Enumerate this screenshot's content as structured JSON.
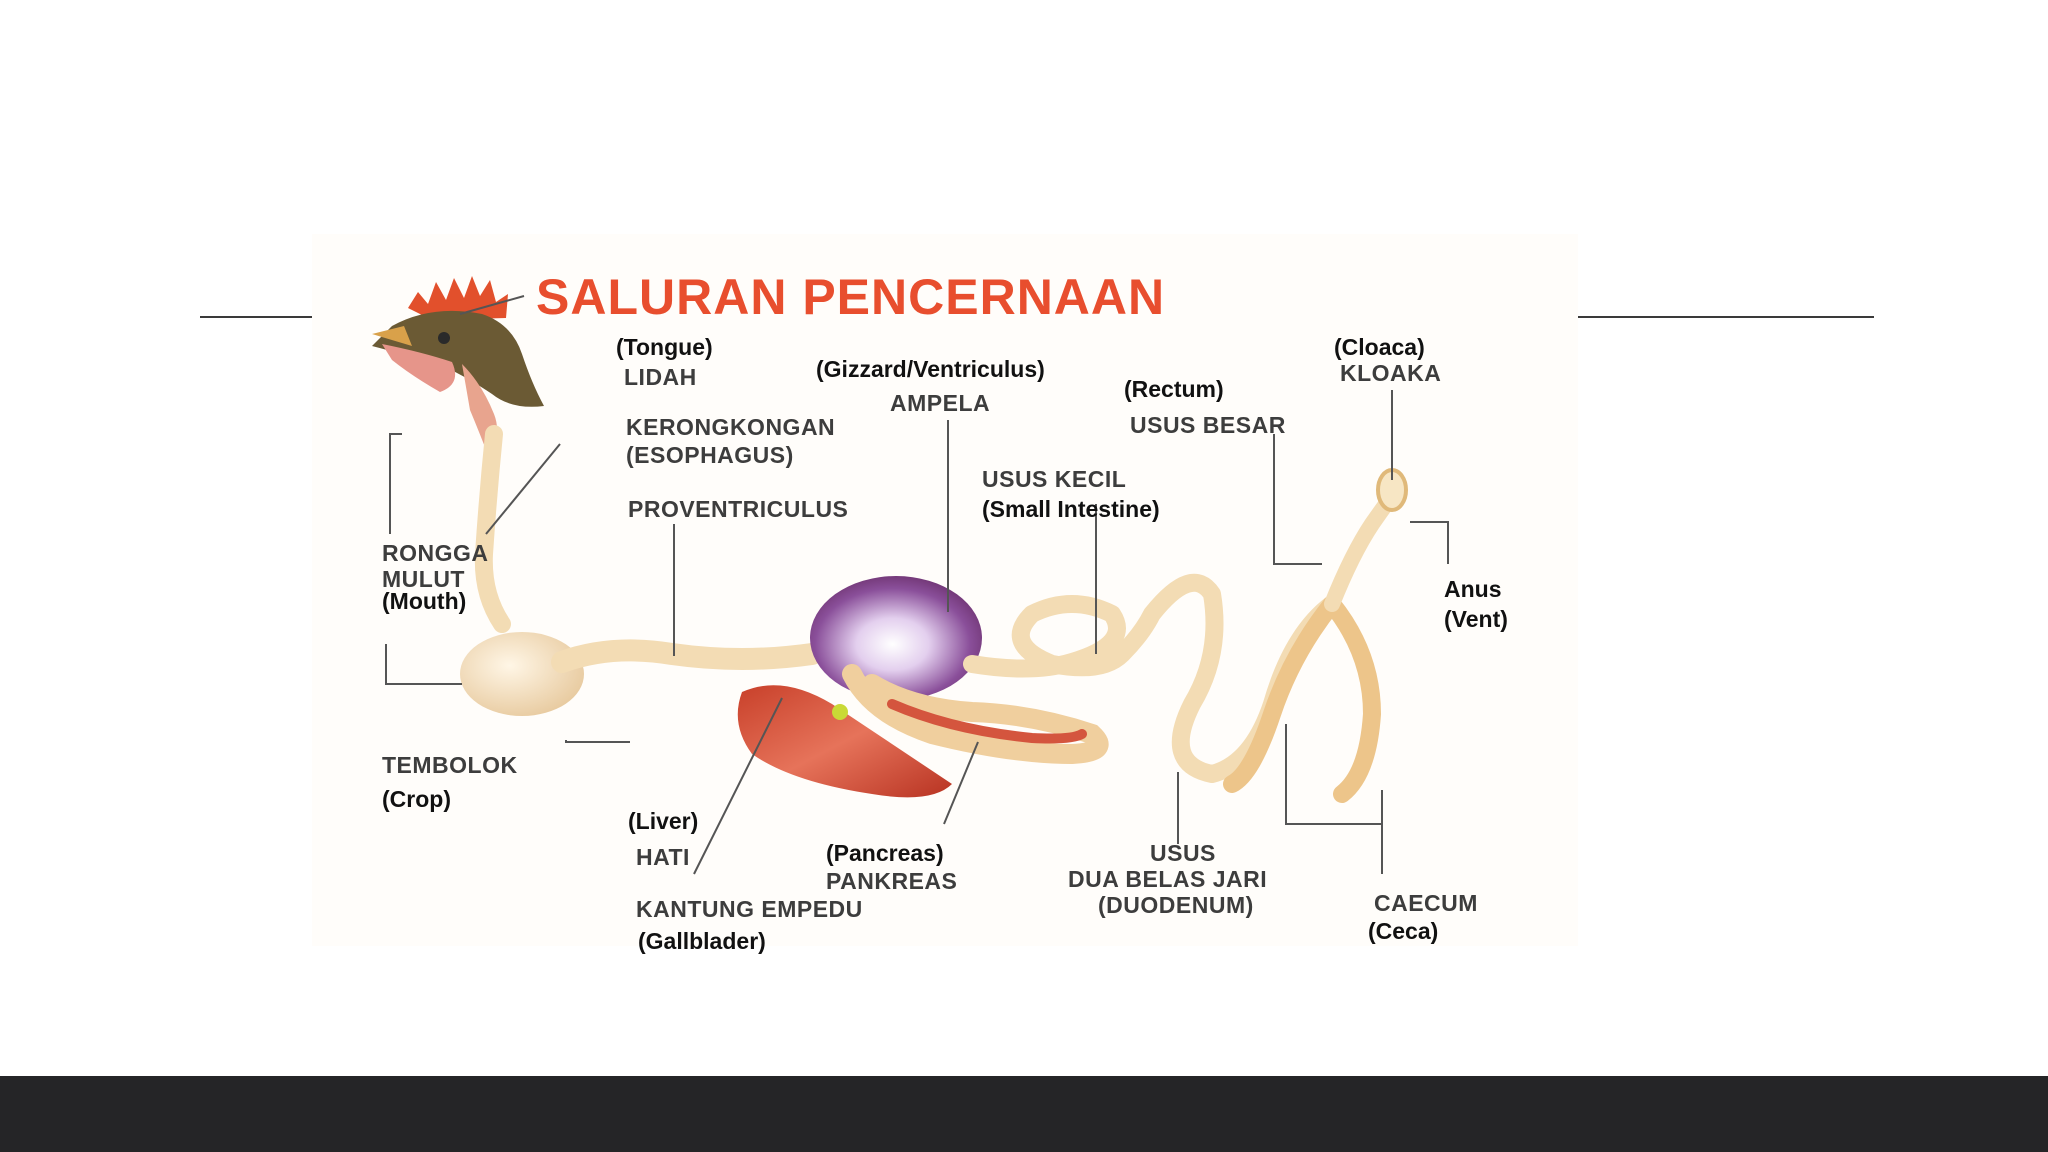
{
  "slide": {
    "title_color": "#e84e2e",
    "bar_color": "#252527"
  },
  "diagram": {
    "title": "SALURAN PENCERNAAN",
    "labels": {
      "tongue_en": "(Tongue)",
      "tongue_id": "LIDAH",
      "esophagus_id": "KERONGKONGAN",
      "esophagus_en": "(ESOPHAGUS)",
      "proventriculus": "PROVENTRICULUS",
      "mouth_id_1": "RONGGA",
      "mouth_id_2": "MULUT",
      "mouth_en": "(Mouth)",
      "crop_id": "TEMBOLOK",
      "crop_en": "(Crop)",
      "gizzard_en": "(Gizzard/Ventriculus)",
      "gizzard_id": "AMPELA",
      "small_intestine_id": "USUS KECIL",
      "small_intestine_en": "(Small Intestine)",
      "rectum_en": "(Rectum)",
      "rectum_id": "USUS BESAR",
      "cloaca_en": "(Cloaca)",
      "cloaca_id": "KLOAKA",
      "anus_1": "Anus",
      "anus_2": "(Vent)",
      "liver_en": "(Liver)",
      "liver_id": "HATI",
      "pancreas_en": "(Pancreas)",
      "pancreas_id": "PANKREAS",
      "gallbladder_id": "KANTUNG EMPEDU",
      "gallbladder_en": "(Gallblader)",
      "duodenum_1": "USUS",
      "duodenum_2": "DUA BELAS JARI",
      "duodenum_3": "(DUODENUM)",
      "caecum_id": "CAECUM",
      "caecum_en": "(Ceca)"
    }
  }
}
